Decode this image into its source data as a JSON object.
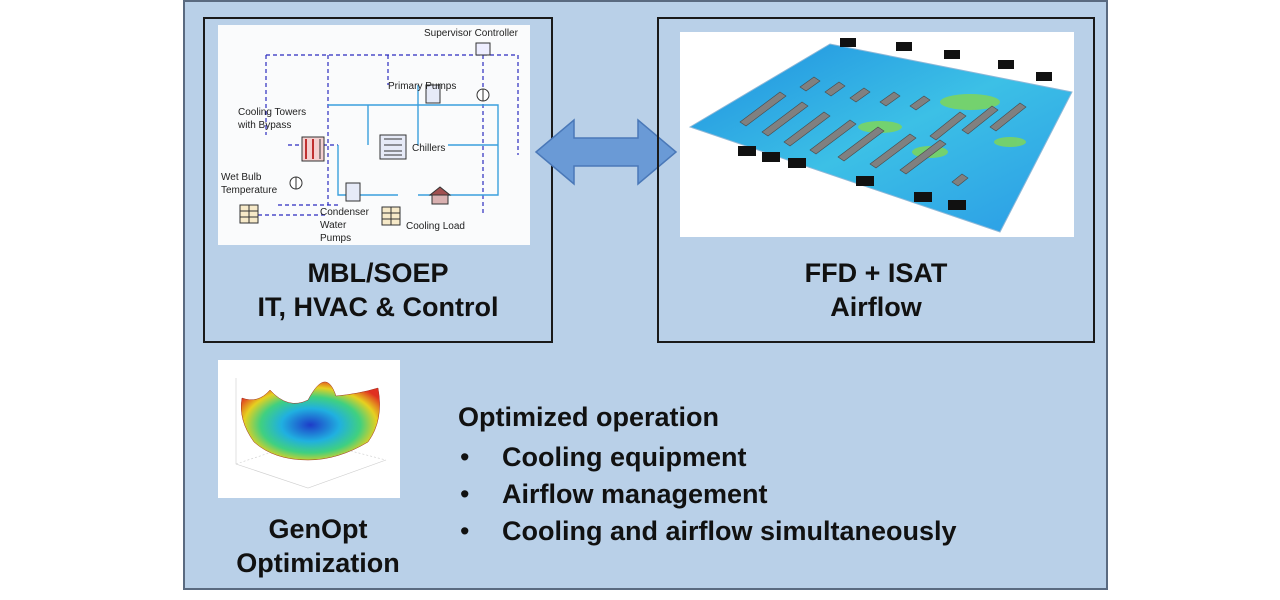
{
  "left_panel": {
    "caption_line1": "MBL/SOEP",
    "caption_line2": "IT, HVAC & Control",
    "schematic_labels": {
      "supervisor": "Supervisor Controller",
      "primary_pumps": "Primary Pumps",
      "cooling_towers_1": "Cooling Towers",
      "cooling_towers_2": "with Bypass",
      "chillers": "Chillers",
      "wet_bulb_1": "Wet Bulb",
      "wet_bulb_2": "Temperature",
      "condenser_1": "Condenser",
      "condenser_2": "Water",
      "condenser_3": "Pumps",
      "cooling_load": "Cooling Load"
    }
  },
  "right_panel": {
    "caption_line1": "FFD + ISAT",
    "caption_line2": "Airflow"
  },
  "genopt": {
    "caption_line1": "GenOpt",
    "caption_line2": "Optimization"
  },
  "optimized": {
    "title": "Optimized operation",
    "bullet": "•",
    "items": [
      "Cooling equipment",
      "Airflow management",
      "Cooling and airflow simultaneously"
    ]
  },
  "colors": {
    "panel": "#b9d0e8",
    "arrow": "#6a9ad6",
    "schematic_line": "#2b2bbf",
    "cfd_floor": "#2fa0e8"
  }
}
